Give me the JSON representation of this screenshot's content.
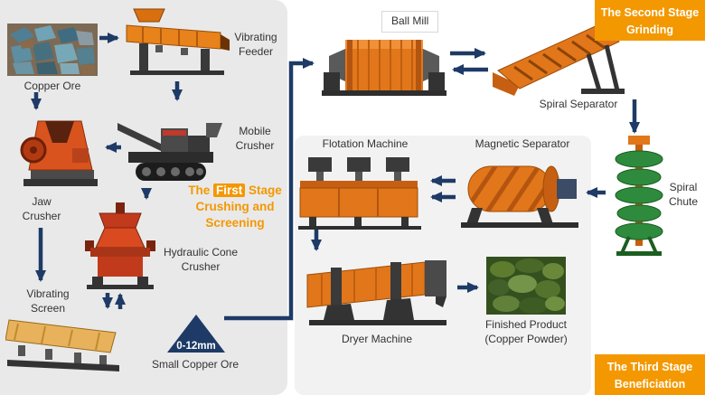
{
  "title": "Copper Ore Beneficiation Process Flow",
  "colors": {
    "accent_orange": "#f39800",
    "machine_orange": "#e2761a",
    "arrow_navy": "#1e3a66",
    "panel_gray": "#e9e9e9",
    "text_dark": "#333333"
  },
  "nodes": {
    "copper_ore": "Copper Ore",
    "vibrating_feeder": "Vibrating Feeder",
    "jaw_crusher": "Jaw Crusher",
    "mobile_crusher": "Mobile Crusher",
    "hydraulic_cone_crusher": "Hydraulic Cone Crusher",
    "vibrating_screen": "Vibrating Screen",
    "size_range": "0-12mm",
    "small_copper_ore": "Small Copper Ore",
    "ball_mill": "Ball Mill",
    "spiral_separator": "Spiral Separator",
    "flotation_machine": "Flotation Machine",
    "magnetic_separator": "Magnetic Separator",
    "spiral_chute": "Spiral Chute",
    "dryer_machine": "Dryer Machine",
    "finished_product": "Finished Product (Copper Powder)"
  },
  "stages": {
    "first": {
      "pre": "The",
      "highlight": "First",
      "post": "Stage",
      "line2": "Crushing and",
      "line3": "Screening"
    },
    "second": {
      "pre": "The",
      "highlight": "Second",
      "post": "Stage",
      "line2": "Grinding"
    },
    "third": {
      "pre": "The",
      "highlight": "Third",
      "post": "Stage",
      "line2": "Beneficiation"
    }
  }
}
